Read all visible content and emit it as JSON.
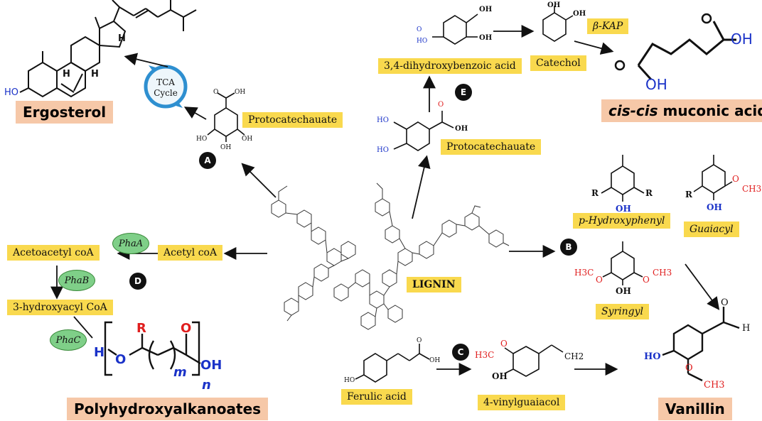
{
  "labels": {
    "ergosterol": "Ergosterol",
    "tca_line1": "TCA",
    "tca_line2": "Cycle",
    "protocatechuate_a": "Protocatechauate",
    "dhba": "3,4-dihydroxybenzoic acid",
    "protocatechuate_e": "Protocatechauate",
    "catechol": "Catechol",
    "bkap": "β-KAP",
    "muconic_italic": "cis-cis",
    "muconic_rest": " muconic acid",
    "p_hydroxyphenyl": "p-Hydroxyphenyl",
    "guaiacyl": "Guaiacyl",
    "syringyl": "Syringyl",
    "lignin": "LIGNIN",
    "acetyl_coa": "Acetyl coA",
    "acetoacetyl_coa": "Acetoacetyl coA",
    "hydroxyacyl_coa": "3-hydroxyacyl CoA",
    "pha": "Polyhydroxyalkanoates",
    "ferulic": "Ferulic acid",
    "vinylguaiacol": "4-vinylguaiacol",
    "vanillin": "Vanillin"
  },
  "enzymes": {
    "phaA": "PhaA",
    "phaB": "PhaB",
    "phaC": "PhaC"
  },
  "pathways": {
    "a": "A",
    "b": "B",
    "c": "C",
    "d": "D",
    "e": "E"
  },
  "atoms": {
    "oh": "OH",
    "ho": "HO",
    "o": "O",
    "h": "H",
    "r": "R",
    "m": "m",
    "n": "n",
    "h3c_o": "H3C",
    "o_ch3": "CH3",
    "ch2": "CH2"
  },
  "colors": {
    "yellow": "#f9d94e",
    "peach": "#f6c8a8",
    "green": "#7fcf88",
    "blue": "#1a32c8",
    "red": "#e01e1e"
  }
}
